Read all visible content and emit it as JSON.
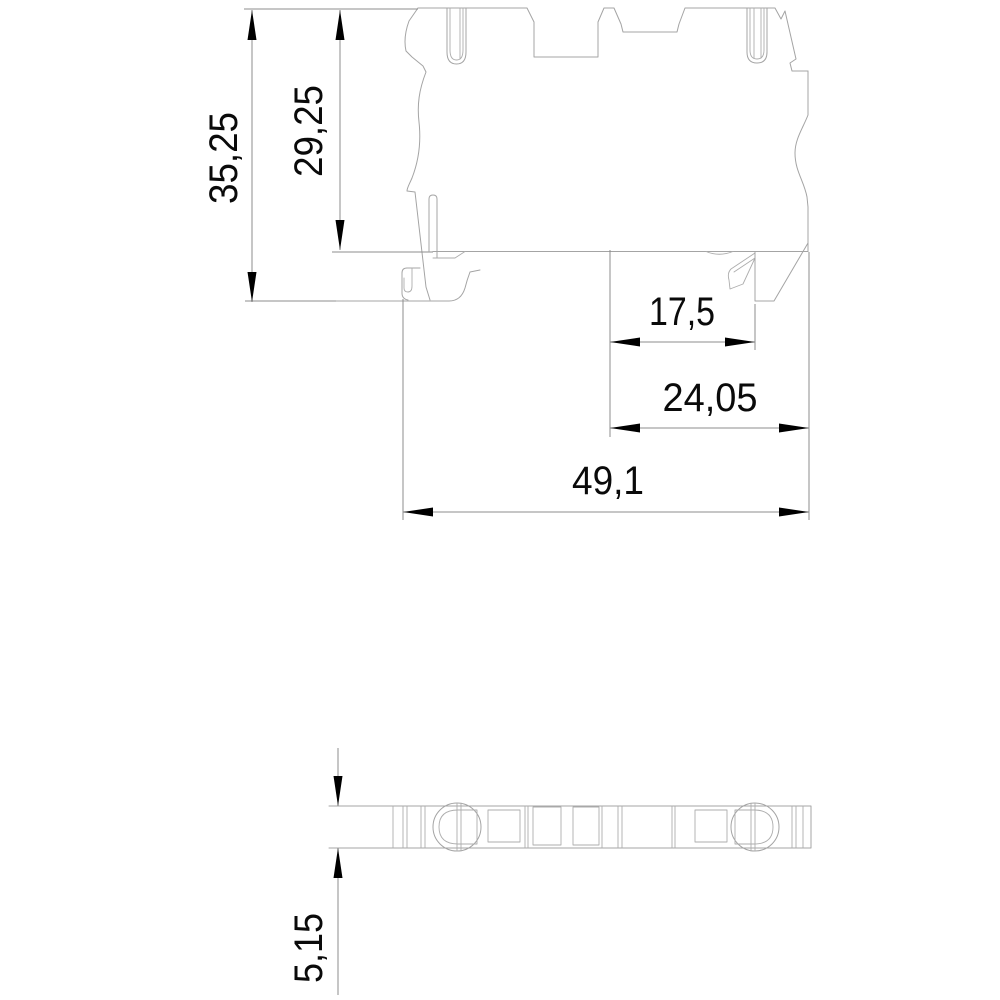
{
  "drawing": {
    "type": "technical-dimension-drawing",
    "subject": "terminal-block",
    "views": {
      "side_view": "side profile view",
      "bottom_view": "bottom view strip"
    },
    "dimensions": {
      "overall_height": {
        "label": "35,25",
        "orientation": "vertical"
      },
      "upper_height": {
        "label": "29,25",
        "orientation": "vertical"
      },
      "width_small": {
        "label": "17,5",
        "orientation": "horizontal"
      },
      "width_medium": {
        "label": "24,05",
        "orientation": "horizontal"
      },
      "overall_width": {
        "label": "49,1",
        "orientation": "horizontal"
      },
      "thickness": {
        "label": "5,15",
        "orientation": "vertical"
      }
    },
    "colors": {
      "background": "#ffffff",
      "outline": "#a4a4a4",
      "dimension_line": "#8d8d8d",
      "arrow": "#000000",
      "text": "#0a0a0a"
    }
  }
}
